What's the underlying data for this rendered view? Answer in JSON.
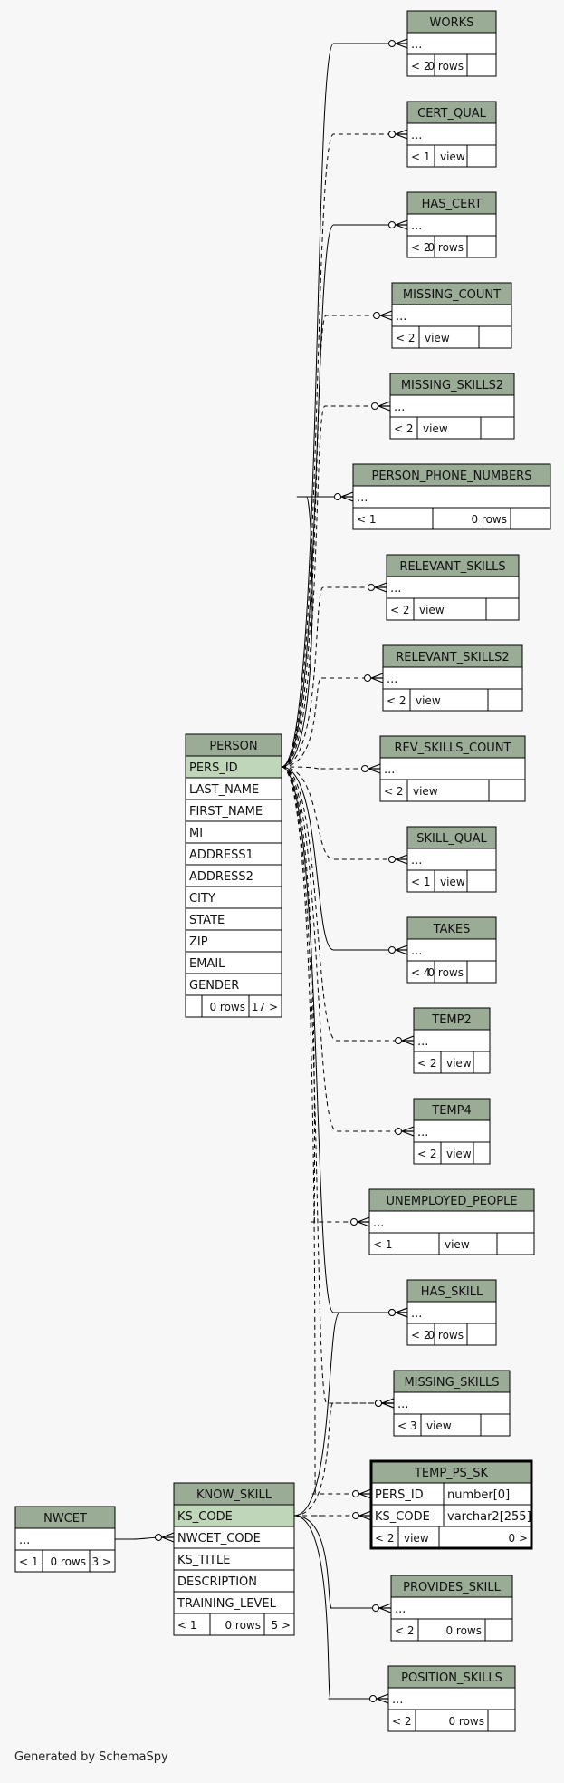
{
  "footer": "Generated by SchemaSpy",
  "colors": {
    "background": "#f7f7f7",
    "header": "#9aab96",
    "key_row": "#bfd6b9",
    "row": "#ffffff",
    "border": "#000000",
    "line": "#000000"
  },
  "tables": [
    {
      "id": "WORKS",
      "name": "WORKS",
      "columns": [
        {
          "name": "...",
          "type": ""
        }
      ],
      "footer": [
        "< 2",
        "0 rows",
        ""
      ]
    },
    {
      "id": "CERT_QUAL",
      "name": "CERT_QUAL",
      "columns": [
        {
          "name": "...",
          "type": ""
        }
      ],
      "footer": [
        "< 1",
        "view",
        ""
      ]
    },
    {
      "id": "HAS_CERT",
      "name": "HAS_CERT",
      "columns": [
        {
          "name": "...",
          "type": ""
        }
      ],
      "footer": [
        "< 2",
        "0 rows",
        ""
      ]
    },
    {
      "id": "MISSING_COUNT",
      "name": "MISSING_COUNT",
      "columns": [
        {
          "name": "...",
          "type": ""
        }
      ],
      "footer": [
        "< 2",
        "view",
        ""
      ]
    },
    {
      "id": "MISSING_SKILLS2",
      "name": "MISSING_SKILLS2",
      "columns": [
        {
          "name": "...",
          "type": ""
        }
      ],
      "footer": [
        "< 2",
        "view",
        ""
      ]
    },
    {
      "id": "PERSON_PHONE_NUMBERS",
      "name": "PERSON_PHONE_NUMBERS",
      "columns": [
        {
          "name": "...",
          "type": ""
        }
      ],
      "footer": [
        "< 1",
        "0 rows",
        ""
      ]
    },
    {
      "id": "RELEVANT_SKILLS",
      "name": "RELEVANT_SKILLS",
      "columns": [
        {
          "name": "...",
          "type": ""
        }
      ],
      "footer": [
        "< 2",
        "view",
        ""
      ]
    },
    {
      "id": "RELEVANT_SKILLS2",
      "name": "RELEVANT_SKILLS2",
      "columns": [
        {
          "name": "...",
          "type": ""
        }
      ],
      "footer": [
        "< 2",
        "view",
        ""
      ]
    },
    {
      "id": "REV_SKILLS_COUNT",
      "name": "REV_SKILLS_COUNT",
      "columns": [
        {
          "name": "...",
          "type": ""
        }
      ],
      "footer": [
        "< 2",
        "view",
        ""
      ]
    },
    {
      "id": "SKILL_QUAL",
      "name": "SKILL_QUAL",
      "columns": [
        {
          "name": "...",
          "type": ""
        }
      ],
      "footer": [
        "< 1",
        "view",
        ""
      ]
    },
    {
      "id": "TAKES",
      "name": "TAKES",
      "columns": [
        {
          "name": "...",
          "type": ""
        }
      ],
      "footer": [
        "< 4",
        "0 rows",
        ""
      ]
    },
    {
      "id": "TEMP2",
      "name": "TEMP2",
      "columns": [
        {
          "name": "...",
          "type": ""
        }
      ],
      "footer": [
        "< 2",
        "view",
        ""
      ]
    },
    {
      "id": "TEMP4",
      "name": "TEMP4",
      "columns": [
        {
          "name": "...",
          "type": ""
        }
      ],
      "footer": [
        "< 2",
        "view",
        ""
      ]
    },
    {
      "id": "UNEMPLOYED_PEOPLE",
      "name": "UNEMPLOYED_PEOPLE",
      "columns": [
        {
          "name": "...",
          "type": ""
        }
      ],
      "footer": [
        "< 1",
        "view",
        ""
      ]
    },
    {
      "id": "HAS_SKILL",
      "name": "HAS_SKILL",
      "columns": [
        {
          "name": "...",
          "type": ""
        }
      ],
      "footer": [
        "< 2",
        "0 rows",
        ""
      ]
    },
    {
      "id": "MISSING_SKILLS",
      "name": "MISSING_SKILLS",
      "columns": [
        {
          "name": "...",
          "type": ""
        }
      ],
      "footer": [
        "< 3",
        "view",
        ""
      ]
    },
    {
      "id": "TEMP_PS_SK",
      "name": "TEMP_PS_SK",
      "columns": [
        {
          "name": "PERS_ID",
          "type": "number[0]"
        },
        {
          "name": "KS_CODE",
          "type": "varchar2[255]"
        }
      ],
      "footer": [
        "< 2",
        "view",
        "0 >"
      ]
    },
    {
      "id": "PROVIDES_SKILL",
      "name": "PROVIDES_SKILL",
      "columns": [
        {
          "name": "...",
          "type": ""
        }
      ],
      "footer": [
        "< 2",
        "0 rows",
        ""
      ]
    },
    {
      "id": "POSITION_SKILLS",
      "name": "POSITION_SKILLS",
      "columns": [
        {
          "name": "...",
          "type": ""
        }
      ],
      "footer": [
        "< 2",
        "0 rows",
        ""
      ]
    },
    {
      "id": "PERSON",
      "name": "PERSON",
      "columns": [
        {
          "name": "PERS_ID",
          "type": "",
          "key": true
        },
        {
          "name": "LAST_NAME",
          "type": ""
        },
        {
          "name": "FIRST_NAME",
          "type": ""
        },
        {
          "name": "MI",
          "type": ""
        },
        {
          "name": "ADDRESS1",
          "type": ""
        },
        {
          "name": "ADDRESS2",
          "type": ""
        },
        {
          "name": "CITY",
          "type": ""
        },
        {
          "name": "STATE",
          "type": ""
        },
        {
          "name": "ZIP",
          "type": ""
        },
        {
          "name": "EMAIL",
          "type": ""
        },
        {
          "name": "GENDER",
          "type": ""
        }
      ],
      "footer": [
        "",
        "0 rows",
        "17 >"
      ]
    },
    {
      "id": "KNOW_SKILL",
      "name": "KNOW_SKILL",
      "columns": [
        {
          "name": "KS_CODE",
          "type": "",
          "key": true
        },
        {
          "name": "NWCET_CODE",
          "type": ""
        },
        {
          "name": "KS_TITLE",
          "type": ""
        },
        {
          "name": "DESCRIPTION",
          "type": ""
        },
        {
          "name": "TRAINING_LEVEL",
          "type": ""
        }
      ],
      "footer": [
        "< 1",
        "0 rows",
        "5 >"
      ]
    },
    {
      "id": "NWCET",
      "name": "NWCET",
      "columns": [
        {
          "name": "...",
          "type": ""
        }
      ],
      "footer": [
        "< 1",
        "0 rows",
        "3 >"
      ]
    }
  ],
  "relationships": [
    {
      "from": "PERSON",
      "to": "WORKS",
      "style": "solid"
    },
    {
      "from": "PERSON",
      "to": "CERT_QUAL",
      "style": "dashed"
    },
    {
      "from": "PERSON",
      "to": "HAS_CERT",
      "style": "solid"
    },
    {
      "from": "PERSON",
      "to": "MISSING_COUNT",
      "style": "dashed"
    },
    {
      "from": "PERSON",
      "to": "MISSING_SKILLS2",
      "style": "dashed"
    },
    {
      "from": "PERSON",
      "to": "PERSON_PHONE_NUMBERS",
      "style": "solid"
    },
    {
      "from": "PERSON",
      "to": "RELEVANT_SKILLS",
      "style": "dashed"
    },
    {
      "from": "PERSON",
      "to": "RELEVANT_SKILLS2",
      "style": "dashed"
    },
    {
      "from": "PERSON",
      "to": "REV_SKILLS_COUNT",
      "style": "dashed"
    },
    {
      "from": "PERSON",
      "to": "SKILL_QUAL",
      "style": "dashed"
    },
    {
      "from": "PERSON",
      "to": "TAKES",
      "style": "solid"
    },
    {
      "from": "PERSON",
      "to": "TEMP2",
      "style": "dashed"
    },
    {
      "from": "PERSON",
      "to": "TEMP4",
      "style": "dashed"
    },
    {
      "from": "PERSON",
      "to": "UNEMPLOYED_PEOPLE",
      "style": "dashed"
    },
    {
      "from": "PERSON",
      "to": "HAS_SKILL",
      "style": "solid"
    },
    {
      "from": "PERSON",
      "to": "MISSING_SKILLS",
      "style": "dashed"
    },
    {
      "from": "PERSON",
      "to": "TEMP_PS_SK",
      "style": "dashed"
    },
    {
      "from": "KNOW_SKILL",
      "to": "HAS_SKILL",
      "style": "solid"
    },
    {
      "from": "KNOW_SKILL",
      "to": "MISSING_SKILLS",
      "style": "dashed"
    },
    {
      "from": "KNOW_SKILL",
      "to": "TEMP_PS_SK",
      "style": "dashed"
    },
    {
      "from": "KNOW_SKILL",
      "to": "PROVIDES_SKILL",
      "style": "solid"
    },
    {
      "from": "KNOW_SKILL",
      "to": "POSITION_SKILLS",
      "style": "solid"
    },
    {
      "from": "NWCET",
      "to": "KNOW_SKILL",
      "style": "solid"
    }
  ]
}
